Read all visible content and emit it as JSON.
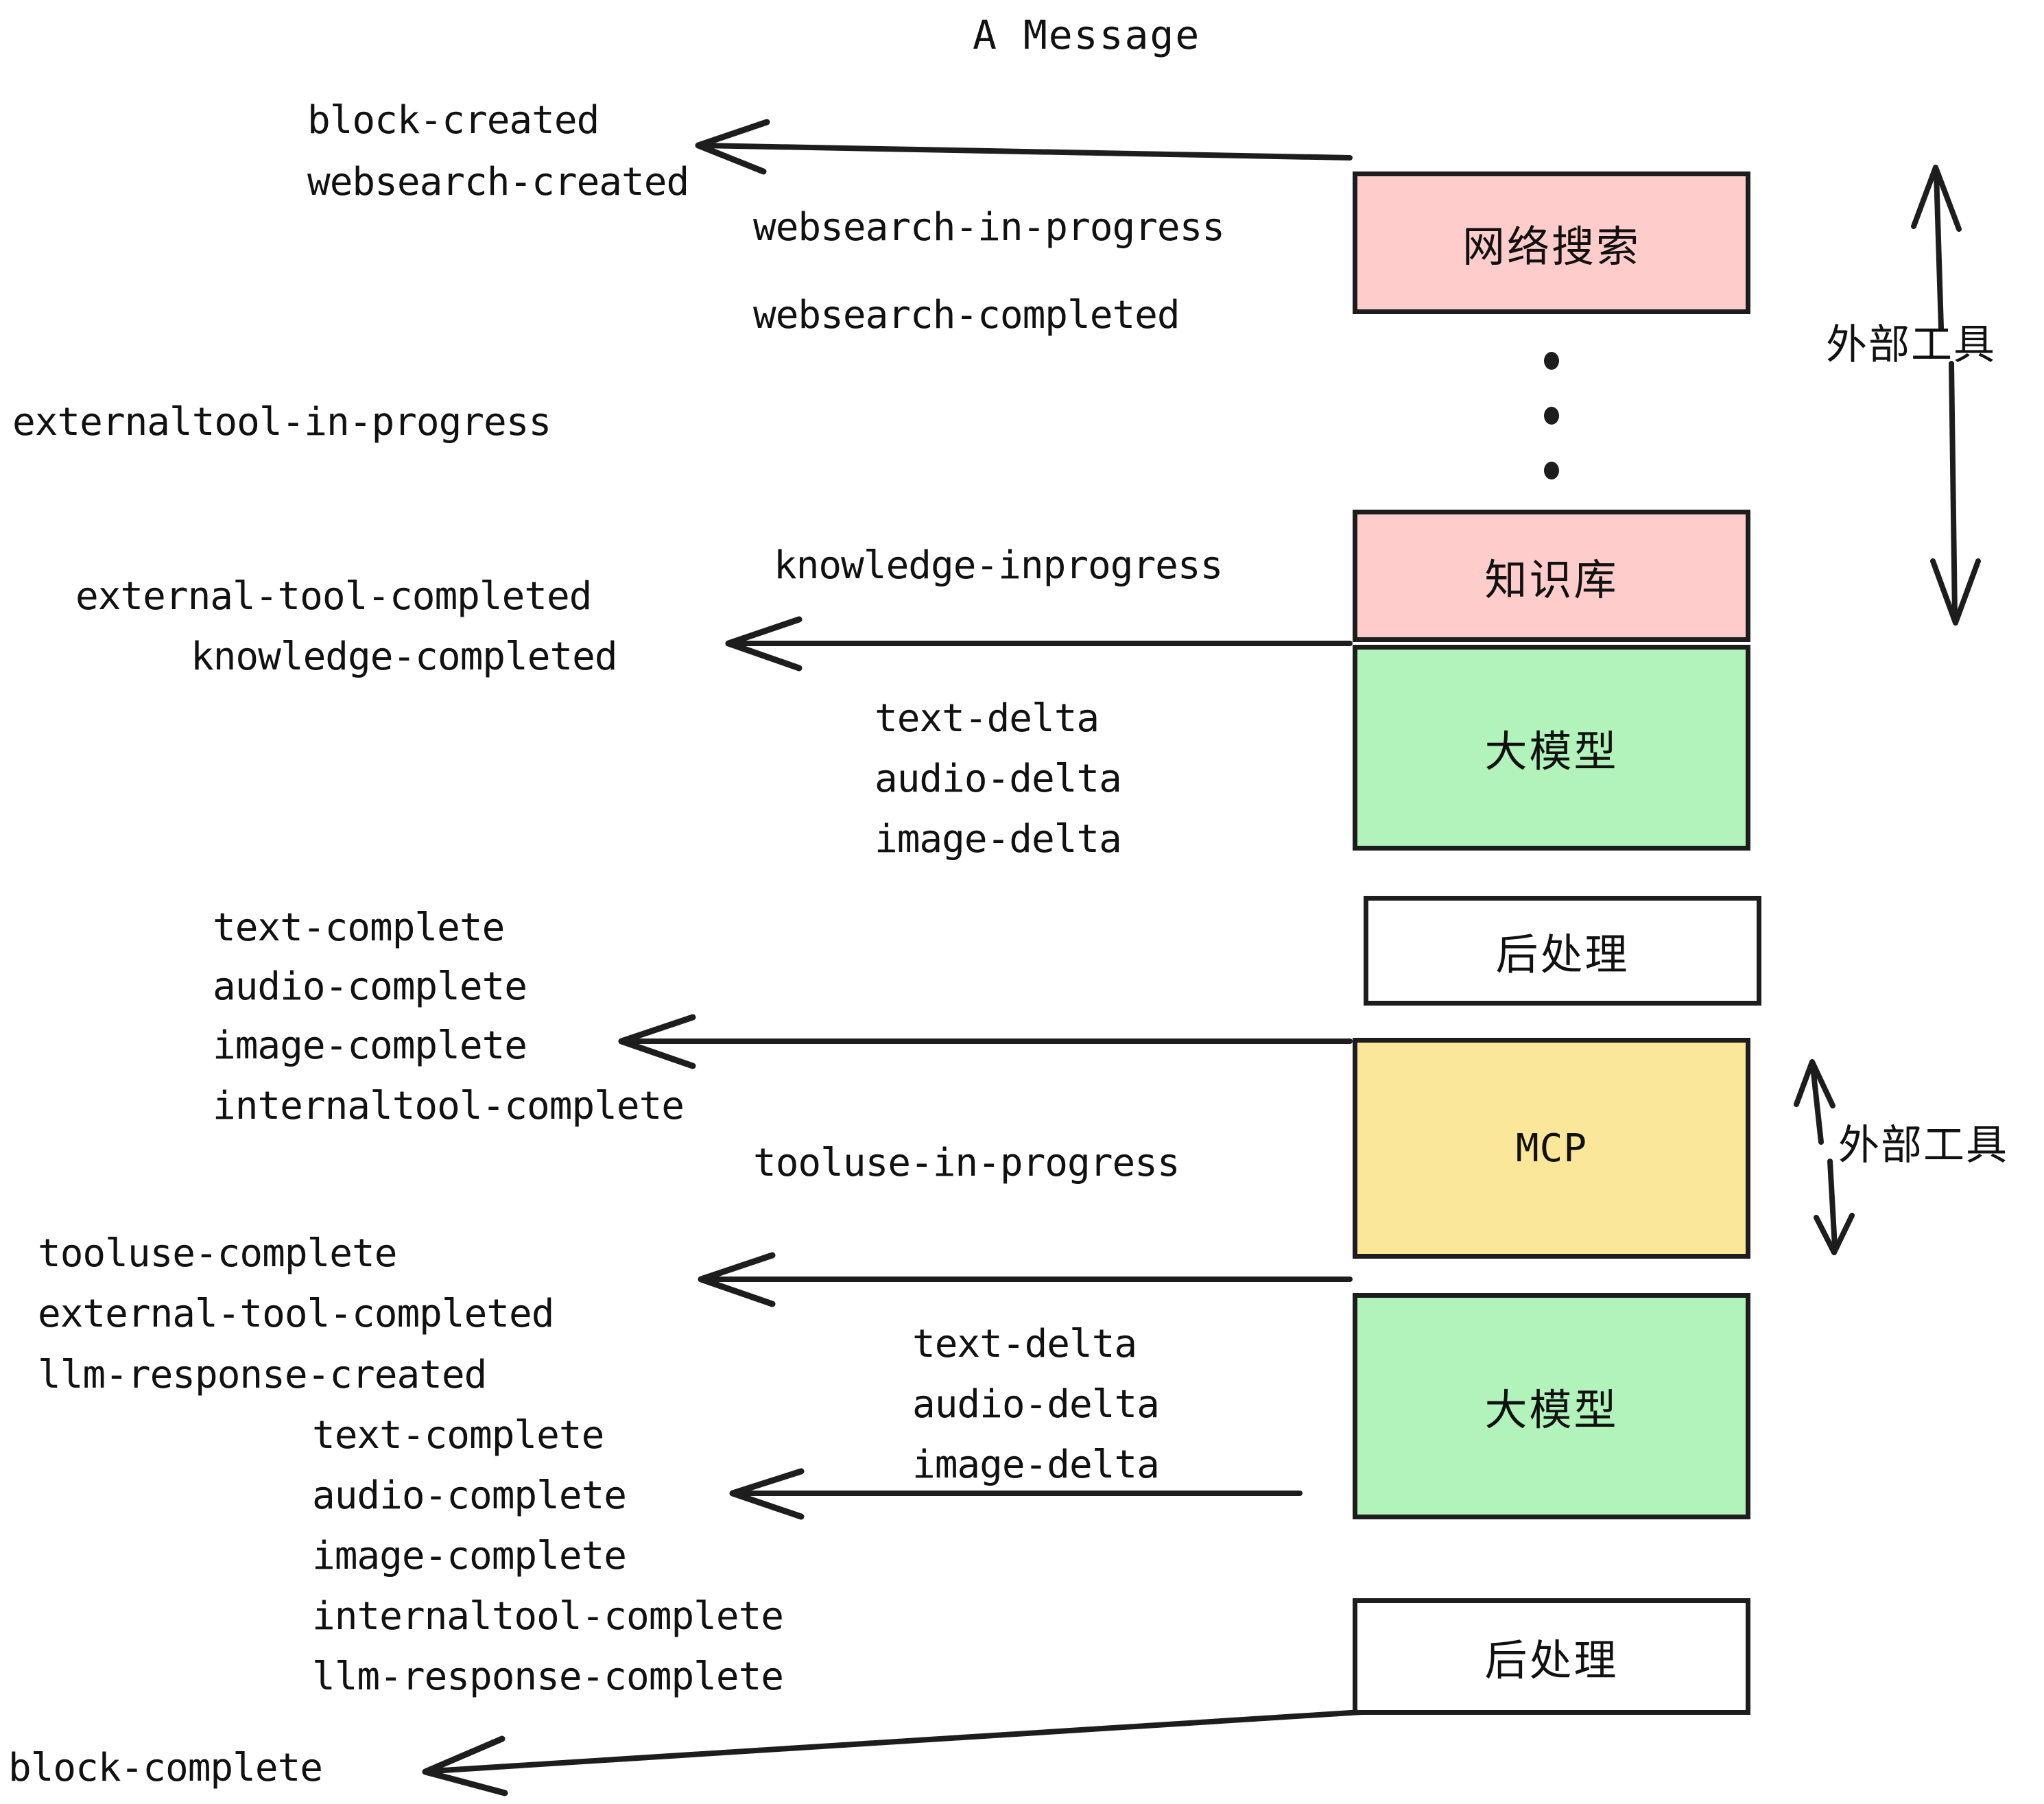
{
  "title": "A Message",
  "colors": {
    "pink": "#FFCCCC",
    "green": "#B2F2BB",
    "yellow": "#FBE79A",
    "white": "#FFFFFF",
    "stroke": "#1D1D1D",
    "text": "#111111",
    "background": "#FFFFFF"
  },
  "boxes": [
    {
      "id": "websearch",
      "label": "网络搜索",
      "fill": "#FFCCCC"
    },
    {
      "id": "knowledge",
      "label": "知识库",
      "fill": "#FFCCCC"
    },
    {
      "id": "llm-top",
      "label": "大模型",
      "fill": "#B2F2BB"
    },
    {
      "id": "postprocess-top",
      "label": "后处理",
      "fill": "#FFFFFF"
    },
    {
      "id": "mcp",
      "label": "MCP",
      "fill": "#FBE79A"
    },
    {
      "id": "llm-bottom",
      "label": "大模型",
      "fill": "#B2F2BB"
    },
    {
      "id": "postprocess-bottom",
      "label": "后处理",
      "fill": "#FFFFFF"
    }
  ],
  "side_labels": [
    {
      "id": "external-tool-upper",
      "label": "外部工具"
    },
    {
      "id": "external-tool-lower",
      "label": "外部工具"
    }
  ],
  "events": [
    {
      "id": "block-created",
      "text": "block-created"
    },
    {
      "id": "websearch-created",
      "text": "websearch-created"
    },
    {
      "id": "websearch-in-progress",
      "text": "websearch-in-progress"
    },
    {
      "id": "websearch-completed",
      "text": "websearch-completed"
    },
    {
      "id": "externaltool-in-progress",
      "text": "externaltool-in-progress"
    },
    {
      "id": "knowledge-inprogress",
      "text": "knowledge-inprogress"
    },
    {
      "id": "external-tool-completed-1",
      "text": "external-tool-completed"
    },
    {
      "id": "knowledge-completed",
      "text": "knowledge-completed"
    },
    {
      "id": "text-delta-1",
      "text": "text-delta"
    },
    {
      "id": "audio-delta-1",
      "text": "audio-delta"
    },
    {
      "id": "image-delta-1",
      "text": "image-delta"
    },
    {
      "id": "text-complete-1",
      "text": "text-complete"
    },
    {
      "id": "audio-complete-1",
      "text": "audio-complete"
    },
    {
      "id": "image-complete-1",
      "text": "image-complete"
    },
    {
      "id": "internaltool-complete-1",
      "text": "internaltool-complete"
    },
    {
      "id": "tooluse-in-progress",
      "text": "tooluse-in-progress"
    },
    {
      "id": "tooluse-complete",
      "text": "tooluse-complete"
    },
    {
      "id": "external-tool-completed-2",
      "text": "external-tool-completed"
    },
    {
      "id": "llm-response-created",
      "text": "llm-response-created"
    },
    {
      "id": "text-delta-2",
      "text": "text-delta"
    },
    {
      "id": "audio-delta-2",
      "text": "audio-delta"
    },
    {
      "id": "image-delta-2",
      "text": "image-delta"
    },
    {
      "id": "text-complete-2",
      "text": "text-complete"
    },
    {
      "id": "audio-complete-2",
      "text": "audio-complete"
    },
    {
      "id": "image-complete-2",
      "text": "image-complete"
    },
    {
      "id": "internaltool-complete-2",
      "text": "internaltool-complete"
    },
    {
      "id": "llm-response-complete",
      "text": "llm-response-complete"
    },
    {
      "id": "block-complete",
      "text": "block-complete"
    }
  ],
  "ellipsis_dots": 3
}
